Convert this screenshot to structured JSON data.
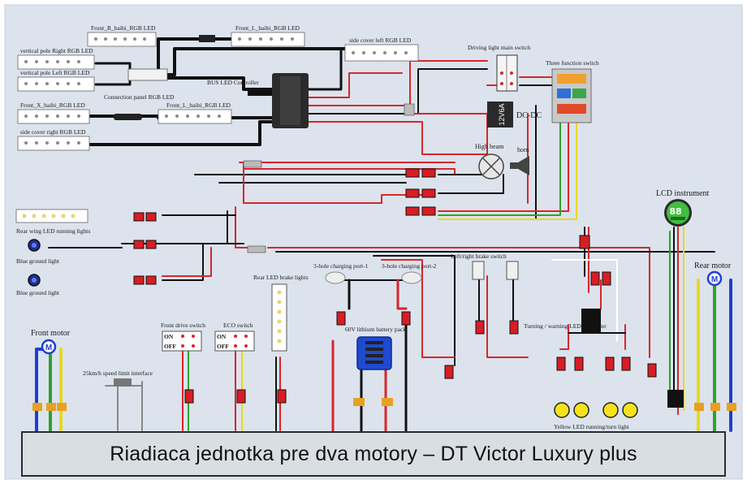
{
  "labels": {
    "front_r_baibi": "Front_R_baibi_RGB LED",
    "front_l_baibi_top": "Front_L_baibi_RGB LED",
    "side_cover_left": "side cover left RGB LED",
    "vertical_pole_right": "vertical pole Right RGB LED",
    "vertical_pole_left": "vertical pole Left RGB LED",
    "bus_led_controller": "BUS LED Controller",
    "connection_panel": "Connection panel RGB LED",
    "front_x_baibi": "Front_X_baibi_RGB LED",
    "front_l_baibi_mid": "Front_L_baibi_RGB LED",
    "side_cover_right": "side cover right RGB LED",
    "driving_light_switch": "Driving light main switch",
    "three_function_switch": "Three function switch",
    "dcdc": "DC-DC",
    "dcdc_module": "12V6A",
    "high_beam": "High beam",
    "horn": "horn",
    "lcd_instrument": "LCD instrument",
    "lcd_value": "88",
    "rear_wing": "Rear wing LED running lights",
    "blue_ground_1": "Blue ground light",
    "blue_ground_2": "Blue ground light",
    "rear_brake_lights": "Rear LED brake lights",
    "charging_port_1": "3-hole charging port-1",
    "charging_port_2": "3-hole charging port-2",
    "brake_switch": "Left/right brake switch",
    "rear_motor": "Rear motor",
    "front_motor": "Front motor",
    "front_drive_switch": "Front drive switch",
    "eco_switch": "ECO switch",
    "battery_pack": "60V lithium battery pack",
    "turning_controller": "Turning / warning LED controller",
    "speed_limit": "25km/h speed limit interface",
    "yellow_led": "Yellow LED running/turn light",
    "on": "ON",
    "off": "OFF",
    "motor_symbol": "M"
  },
  "caption": "Riadiaca jednotka pre dva motory – DT Victor Luxury plus",
  "colors": {
    "background": "#ffffff",
    "wire_red": "#d8262b",
    "wire_black": "#111111",
    "wire_blue": "#1f3fd0",
    "wire_green": "#33a02c",
    "wire_yellow": "#e8d81a",
    "connector_red": "#d81d24",
    "caption_bar": "#d9dee3"
  }
}
